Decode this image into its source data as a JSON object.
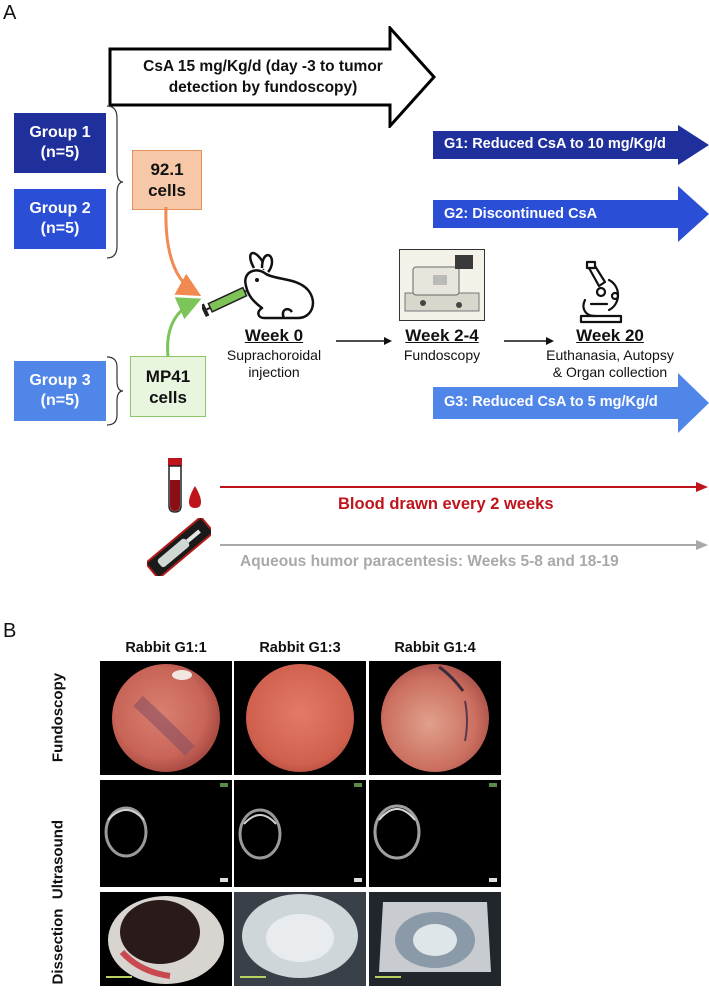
{
  "panel_a": {
    "letter": "A",
    "top_arrow_line1": "CsA 15 mg/Kg/d (day -3 to tumor",
    "top_arrow_line2": "detection by fundoscopy)",
    "group1": {
      "line1": "Group 1",
      "line2": "(n=5)"
    },
    "group2": {
      "line1": "Group 2",
      "line2": "(n=5)"
    },
    "group3": {
      "line1": "Group 3",
      "line2": "(n=5)"
    },
    "cells_921": {
      "line1": "92.1",
      "line2": "cells"
    },
    "cells_mp41": {
      "line1": "MP41",
      "line2": "cells"
    },
    "g1_label": "G1: Reduced CsA to 10 mg/Kg/d",
    "g2_label": "G2: Discontinued CsA",
    "g3_label": "G3: Reduced CsA to 5 mg/Kg/d",
    "week0": {
      "title": "Week 0",
      "line1": "Suprachoroidal",
      "line2": "injection"
    },
    "week24": {
      "title": "Week 2-4",
      "line1": "Fundoscopy"
    },
    "week20": {
      "title": "Week 20",
      "line1": "Euthanasia, Autopsy",
      "line2": "& Organ collection"
    },
    "blood_label": "Blood drawn every 2 weeks",
    "aqueous_label": "Aqueous humor paracentesis: Weeks 5-8 and 18-19",
    "colors": {
      "g1": "#1f2f9b",
      "g2": "#2a4fd6",
      "g3": "#4f86e8",
      "cells_921": "#f6c8a8",
      "cells_921_border": "#e89060",
      "cells_mp41": "#e9f6df",
      "cells_mp41_border": "#8cc56a",
      "blood": "#c0141c",
      "aqueous": "#a9a9a9"
    }
  },
  "panel_b": {
    "letter": "B",
    "columns": [
      "Rabbit G1:1",
      "Rabbit G1:3",
      "Rabbit G1:4"
    ],
    "rows": [
      "Fundoscopy",
      "Ultrasound",
      "Dissection"
    ]
  }
}
